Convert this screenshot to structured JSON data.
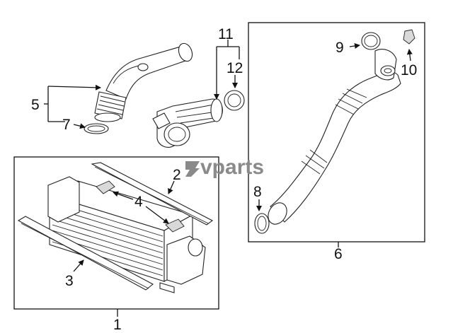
{
  "watermark": "vparts",
  "callouts": {
    "c1": "1",
    "c2": "2",
    "c3": "3",
    "c4": "4",
    "c5": "5",
    "c6": "6",
    "c7": "7",
    "c8": "8",
    "c9": "9",
    "c10": "10",
    "c11": "11",
    "c12": "12"
  }
}
